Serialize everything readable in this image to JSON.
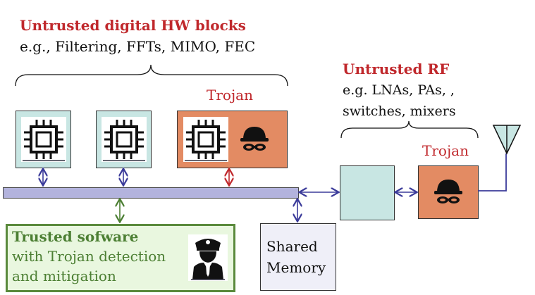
{
  "title_hw": "Untrusted digital HW blocks",
  "subtitle_hw": "e.g., Filtering, FFTs, MIMO, FEC",
  "trojan_label_hw": "Trojan",
  "title_rf": "Untrusted RF",
  "subtitle_rf_line1": "e.g. LNAs, PAs, ,",
  "subtitle_rf_line2": "switches, mixers",
  "trojan_label_rf": "Trojan",
  "shared_memory_line1": "Shared",
  "shared_memory_line2": "Memory",
  "trusted_title": "Trusted sofware",
  "trusted_line1": "with Trojan detection",
  "trusted_line2": "and mitigation",
  "colors": {
    "untrusted_title": "#c0282c",
    "chip_fill": "#c8e6e3",
    "trojan_fill": "#e38b63",
    "bus_fill": "#b3b3dd",
    "trusted_border": "#5a8a3c",
    "trusted_fill": "#e9f7df",
    "arrow_blue": "#3b3b9a",
    "arrow_red": "#c0282c",
    "arrow_green": "#4c7f33"
  },
  "icons": [
    "cpu-chip-icon",
    "hacker-icon",
    "police-officer-icon",
    "antenna-icon"
  ]
}
